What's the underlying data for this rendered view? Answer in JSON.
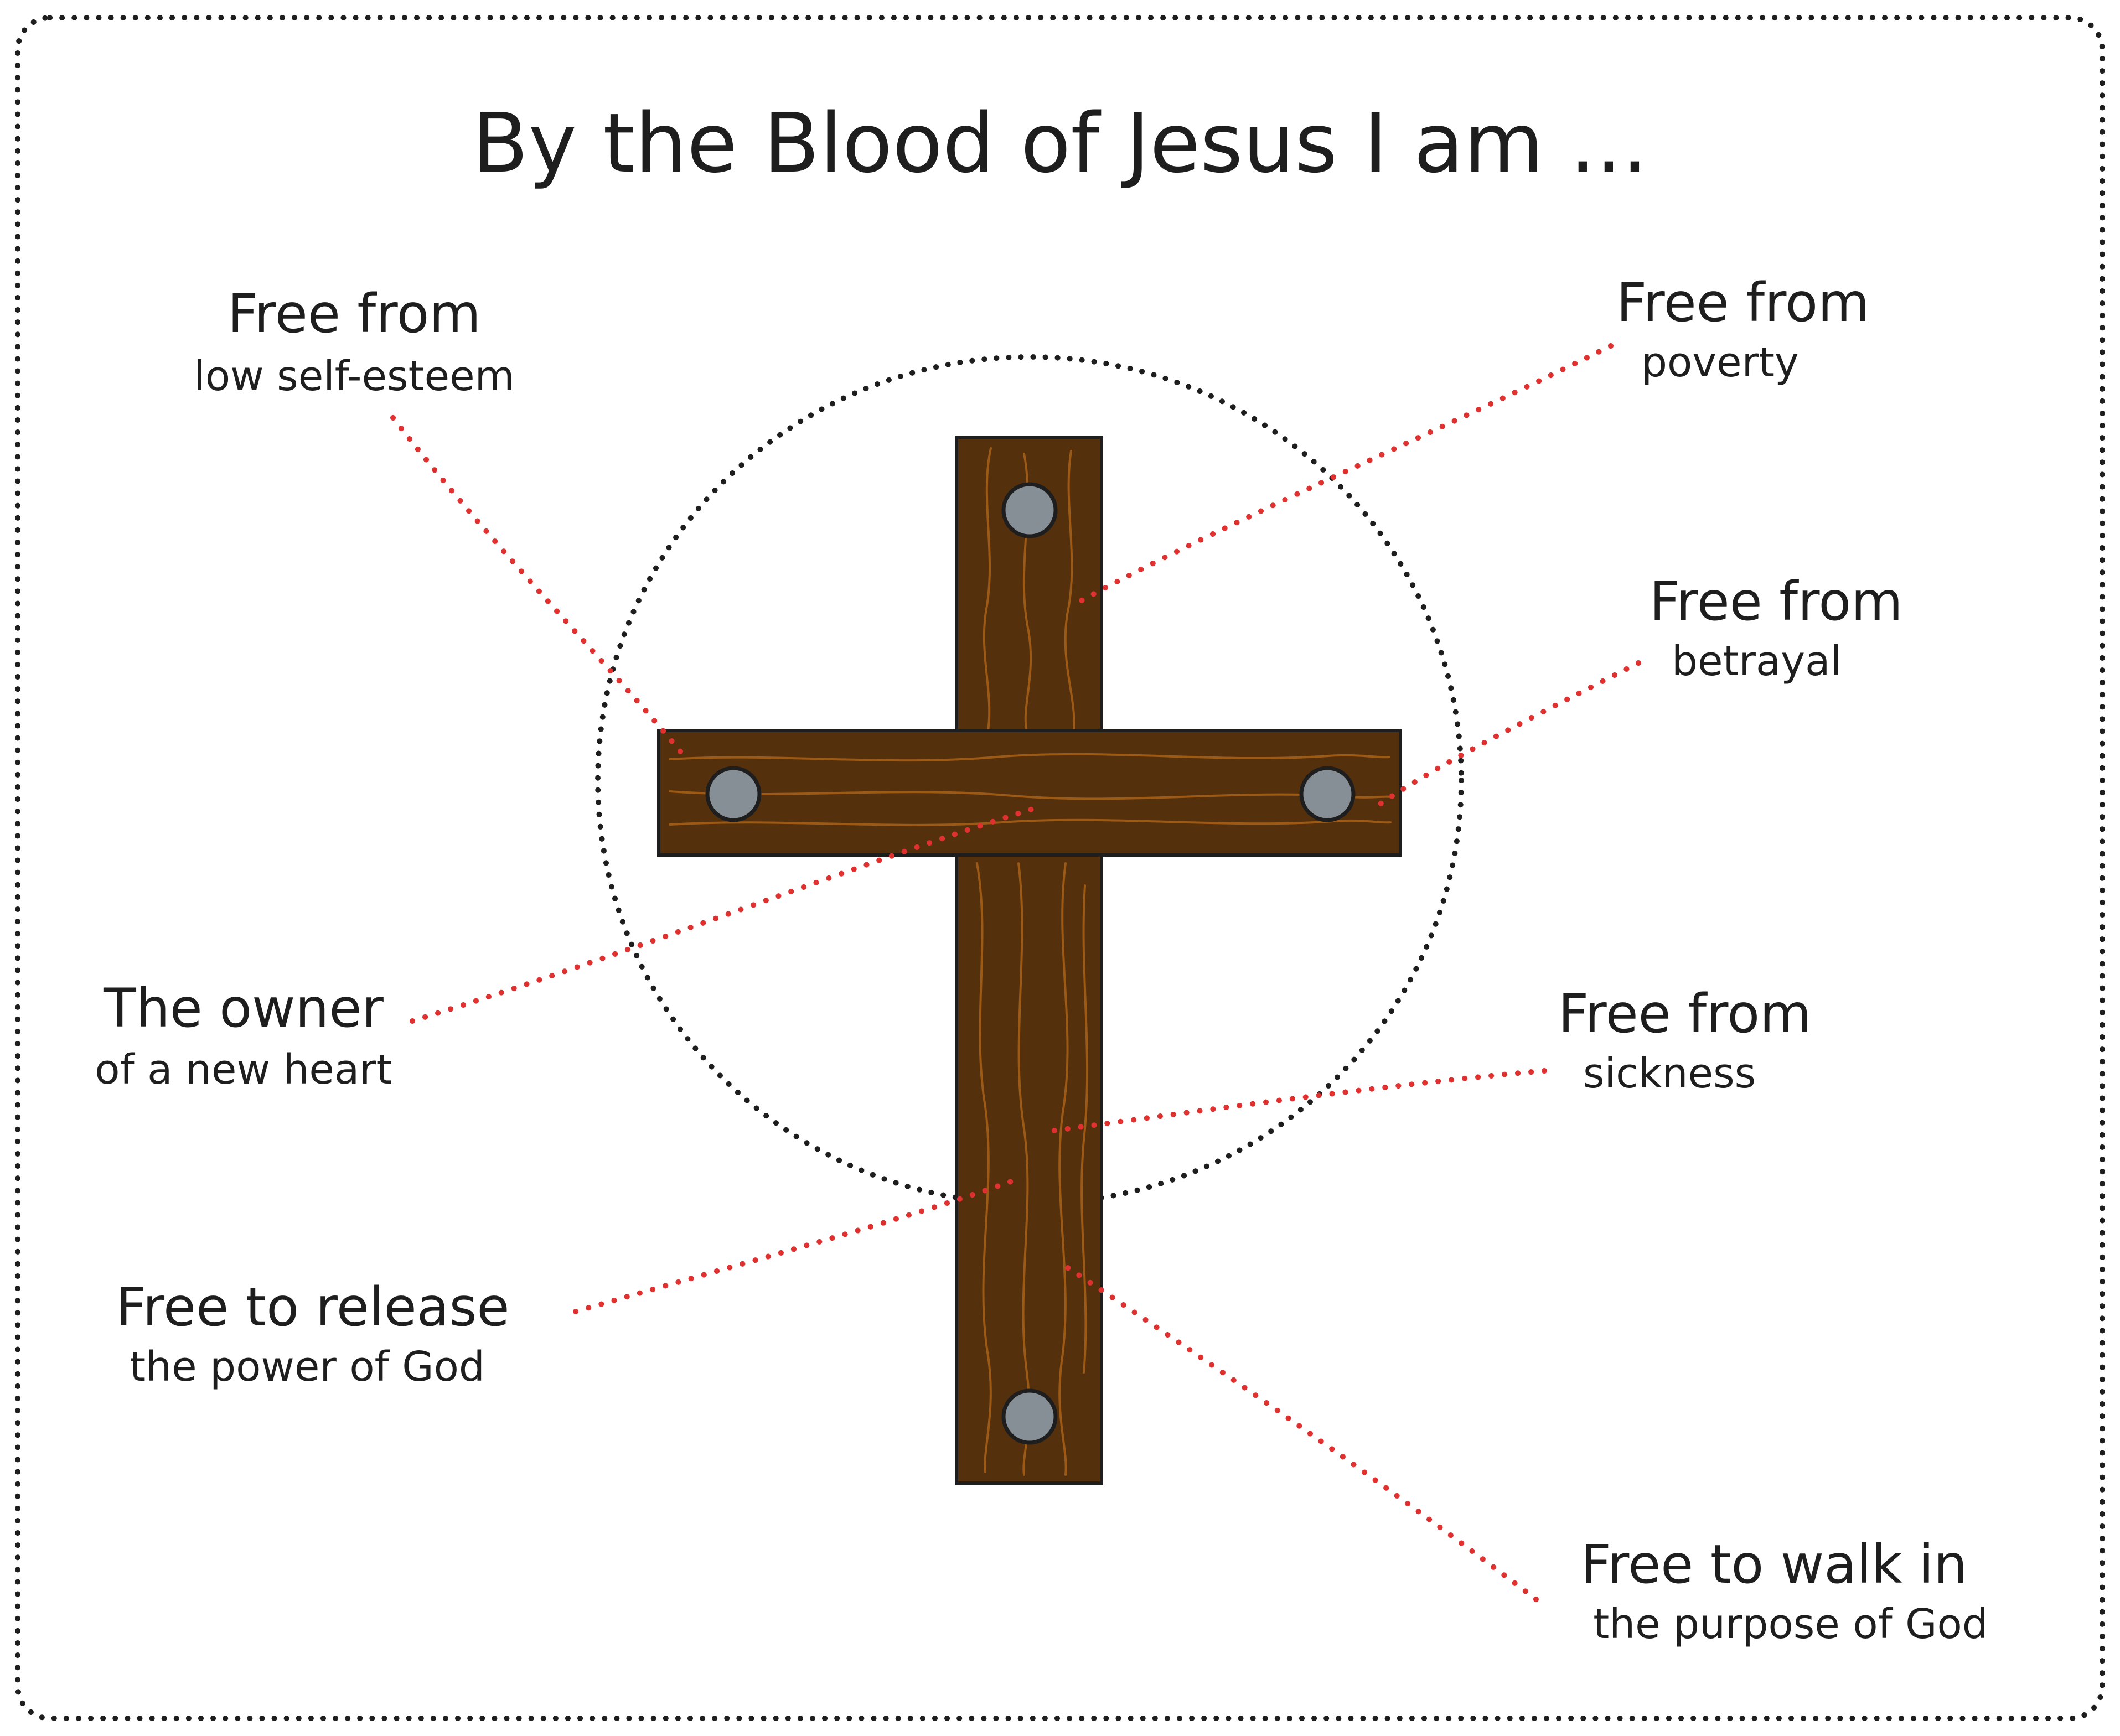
{
  "title": "By the Blood of Jesus I am ...",
  "labels": [
    {
      "id": "low-self-esteem",
      "main": "Free from",
      "sub": "low self-esteem"
    },
    {
      "id": "poverty",
      "main": "Free from",
      "sub": "poverty"
    },
    {
      "id": "betrayal",
      "main": "Free from",
      "sub": "betrayal"
    },
    {
      "id": "new-heart",
      "main": "The owner",
      "sub": "of a new heart"
    },
    {
      "id": "sickness",
      "main": "Free from",
      "sub": "sickness"
    },
    {
      "id": "release-power",
      "main": "Free to release",
      "sub": "the power of God"
    },
    {
      "id": "walk-purpose",
      "main": "Free to walk in",
      "sub": "the purpose of God"
    }
  ],
  "colors": {
    "wood": "#55300c",
    "wood_grain": "#9c5a16",
    "nail": "#868e96",
    "connector": "#e03131",
    "ink": "#1e1e1e",
    "background": "#ffffff"
  },
  "icons": {
    "cross": "wooden-cross-icon",
    "nail": "nail-head-icon"
  }
}
